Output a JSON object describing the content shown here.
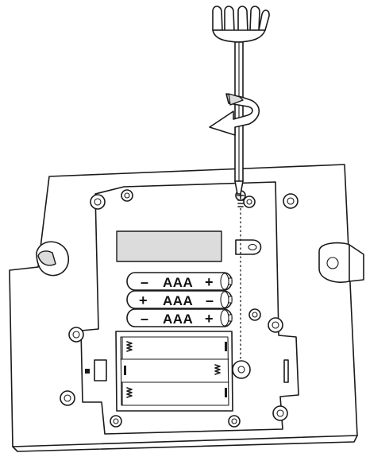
{
  "batteries": [
    {
      "left_sign": "–",
      "label": "AAA",
      "right_sign": "+"
    },
    {
      "left_sign": "+",
      "label": "AAA",
      "right_sign": "–"
    },
    {
      "left_sign": "–",
      "label": "AAA",
      "right_sign": "+"
    }
  ],
  "icons": {
    "screwdriver": "screwdriver-icon",
    "rotate_arrow": "counterclockwise-arrow-icon",
    "screw": "screw-icon"
  },
  "colors": {
    "line": "#1a1a1a",
    "panel_fill": "#ffffff",
    "label_fill": "#dcdcdc"
  }
}
